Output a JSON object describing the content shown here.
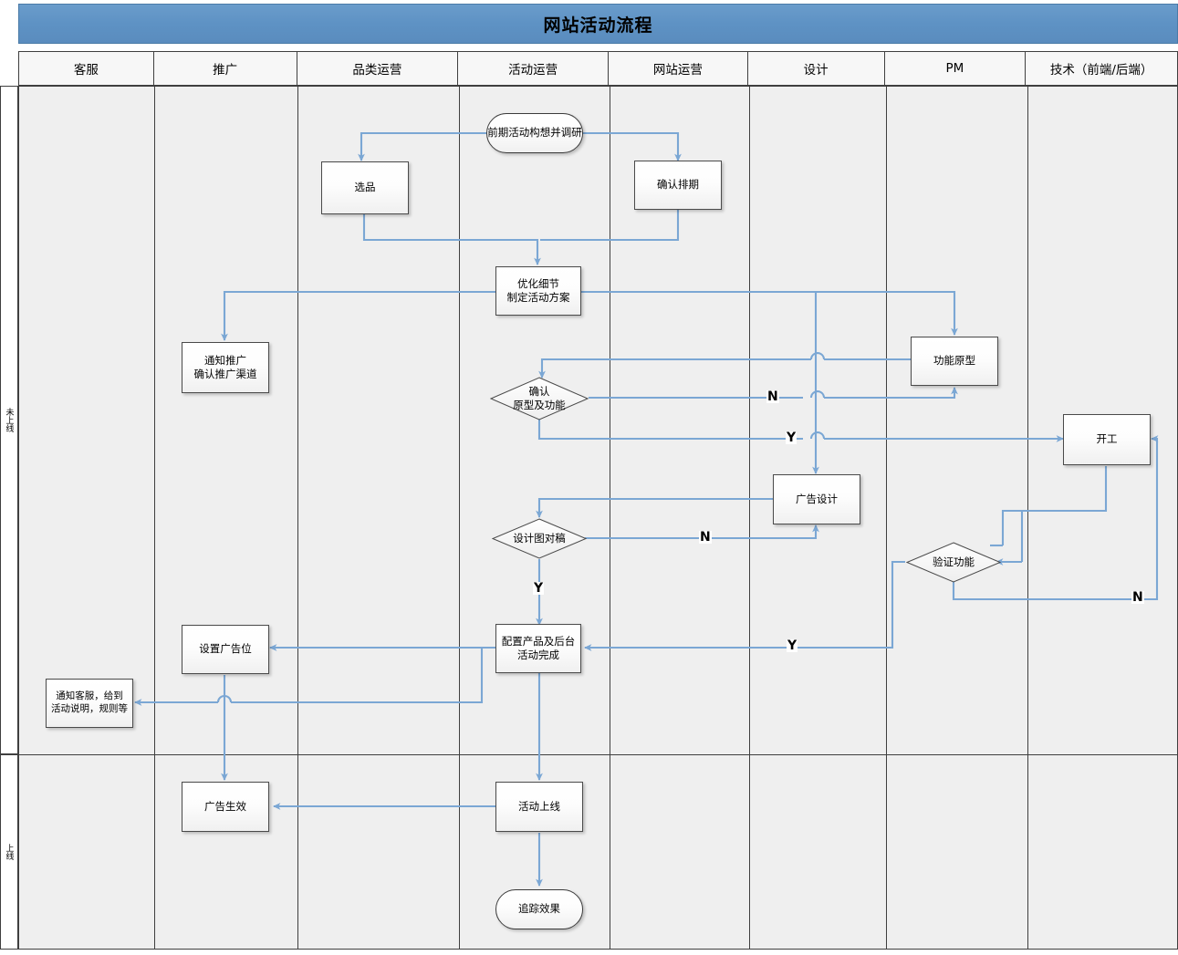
{
  "title": "网站活动流程",
  "lanes": [
    {
      "id": "kefu",
      "label": "客服"
    },
    {
      "id": "tuiguang",
      "label": "推广"
    },
    {
      "id": "pinlei",
      "label": "品类运营"
    },
    {
      "id": "huodong",
      "label": "活动运营"
    },
    {
      "id": "wangzhan",
      "label": "网站运营"
    },
    {
      "id": "sheji",
      "label": "设计"
    },
    {
      "id": "pm",
      "label": "PM"
    },
    {
      "id": "jishu",
      "label": "技术（前端/后端）"
    }
  ],
  "phases": [
    {
      "id": "pre-launch",
      "label": "未上线"
    },
    {
      "id": "launched",
      "label": "上线"
    }
  ],
  "nodes": [
    {
      "id": "start",
      "label": "前期活动构想并调研",
      "shape": "terminator",
      "lane": "huodong"
    },
    {
      "id": "xuanpin",
      "label": "选品",
      "shape": "process",
      "lane": "pinlei"
    },
    {
      "id": "paiqi",
      "label": "确认排期",
      "shape": "process",
      "lane": "wangzhan"
    },
    {
      "id": "fangan",
      "label": "优化细节\n制定活动方案",
      "shape": "process",
      "lane": "huodong"
    },
    {
      "id": "tongzhi-tg",
      "label": "通知推广\n确认推广渠道",
      "shape": "process",
      "lane": "tuiguang"
    },
    {
      "id": "yuanxing",
      "label": "功能原型",
      "shape": "process",
      "lane": "pm"
    },
    {
      "id": "queren-yx",
      "label": "确认\n原型及功能",
      "shape": "decision",
      "lane": "huodong"
    },
    {
      "id": "kaigong",
      "label": "开工",
      "shape": "process",
      "lane": "jishu"
    },
    {
      "id": "ggsheji",
      "label": "广告设计",
      "shape": "process",
      "lane": "sheji"
    },
    {
      "id": "duigao",
      "label": "设计图对稿",
      "shape": "decision",
      "lane": "huodong"
    },
    {
      "id": "yanzheng",
      "label": "验证功能",
      "shape": "decision",
      "lane": "pm"
    },
    {
      "id": "peizhi",
      "label": "配置产品及后台\n活动完成",
      "shape": "process",
      "lane": "huodong"
    },
    {
      "id": "ggwei",
      "label": "设置广告位",
      "shape": "process",
      "lane": "tuiguang"
    },
    {
      "id": "tongzhi-kf",
      "label": "通知客服，给到\n活动说明，规则等",
      "shape": "process",
      "lane": "kefu"
    },
    {
      "id": "ggshengxiao",
      "label": "广告生效",
      "shape": "process",
      "lane": "tuiguang"
    },
    {
      "id": "shangxian",
      "label": "活动上线",
      "shape": "process",
      "lane": "huodong"
    },
    {
      "id": "zhuizong",
      "label": "追踪效果",
      "shape": "terminator",
      "lane": "huodong"
    }
  ],
  "edge_labels": [
    {
      "id": "n-yuanxing",
      "text": "N"
    },
    {
      "id": "y-kaigong",
      "text": "Y"
    },
    {
      "id": "n-duigao",
      "text": "N"
    },
    {
      "id": "y-duigao",
      "text": "Y"
    },
    {
      "id": "n-yanzheng",
      "text": "N"
    },
    {
      "id": "y-yanzheng",
      "text": "Y"
    }
  ],
  "colors": {
    "title_bar": "#5e92c4",
    "lane_background": "#efefef",
    "connector": "#7ba7d4",
    "grid_line": "#3f3f3f",
    "node_border": "#4a4a4a"
  }
}
